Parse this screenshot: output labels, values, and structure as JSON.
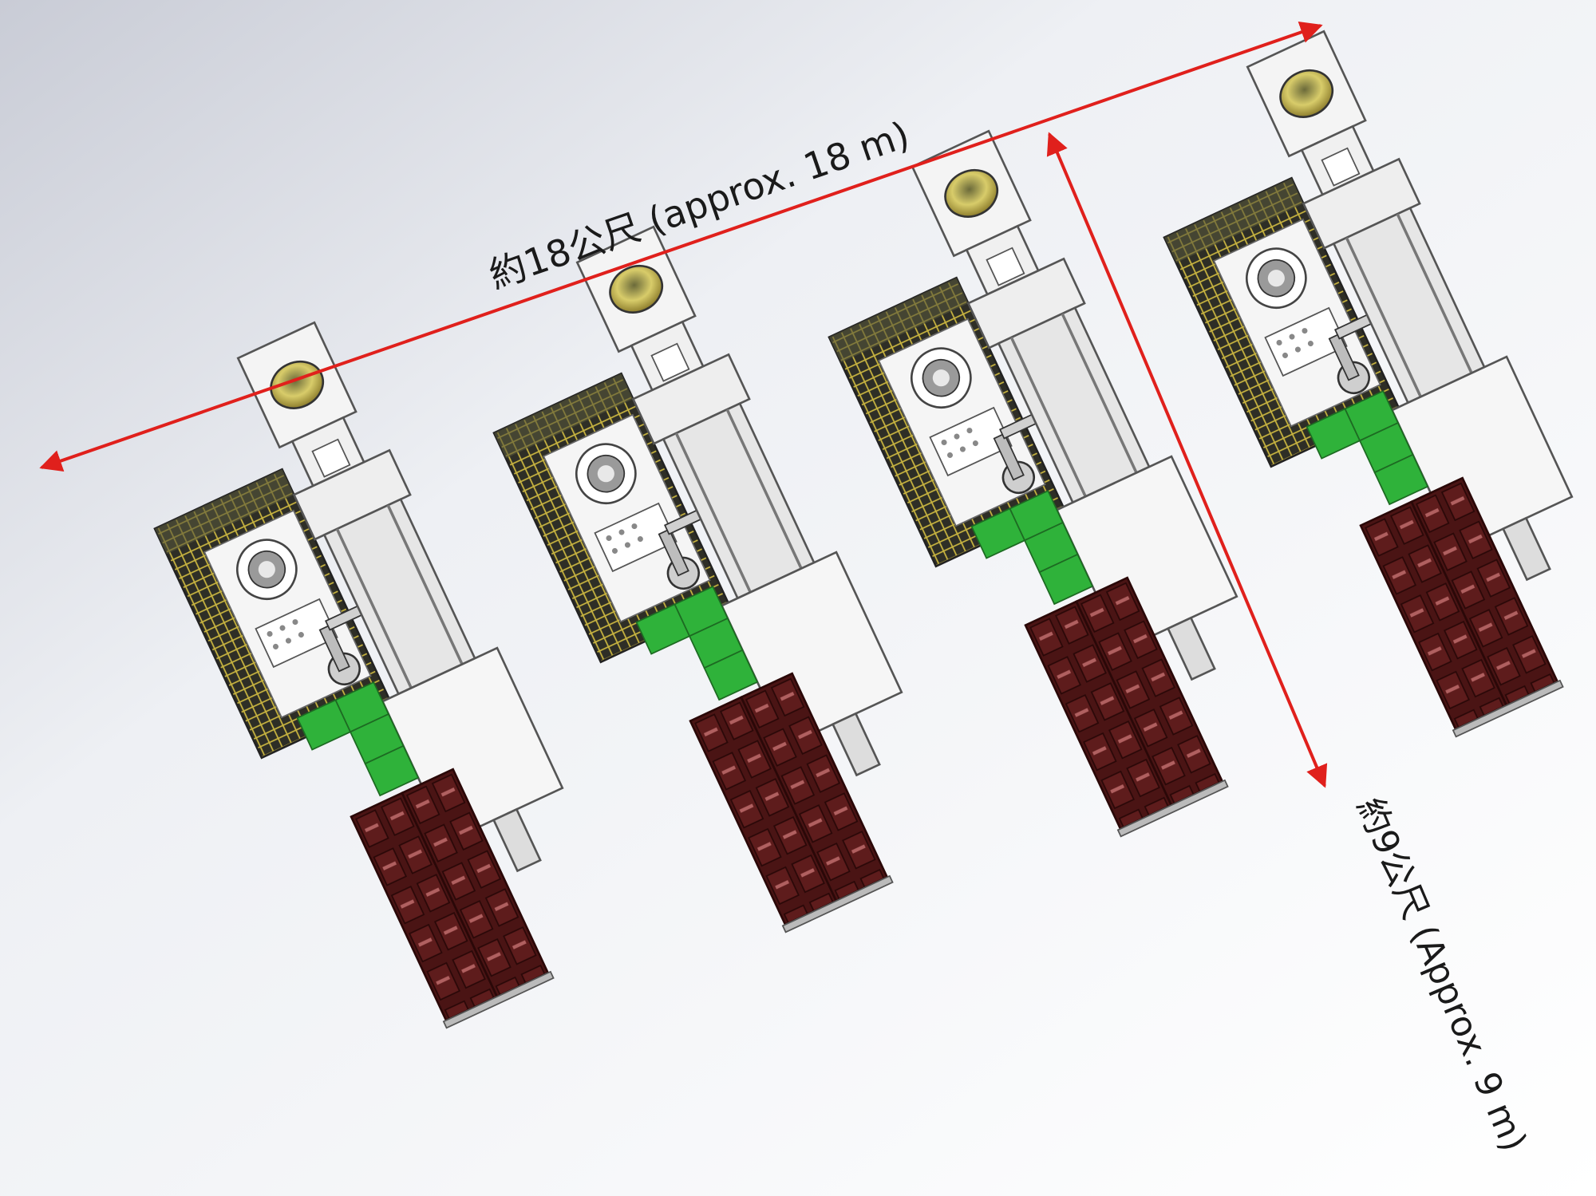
{
  "dimensions": {
    "length_label": "約18公尺 (approx. 18 m)",
    "width_label": "約9公尺 (Approx. 9 m)"
  },
  "cells": [
    {
      "id": "cell-1"
    },
    {
      "id": "cell-2"
    },
    {
      "id": "cell-3"
    },
    {
      "id": "cell-4"
    }
  ],
  "colors": {
    "dimension_arrow": "#e0201c",
    "conveyor": "#2fb23a",
    "tray": "#4a1414",
    "tray_slot": "#8a3a3a",
    "machine_body": "#f4f4f4",
    "machine_outline": "#555555",
    "fence": "#3a3a2a",
    "fence_wire": "#c8b440",
    "hopper": "#c9b84a"
  }
}
